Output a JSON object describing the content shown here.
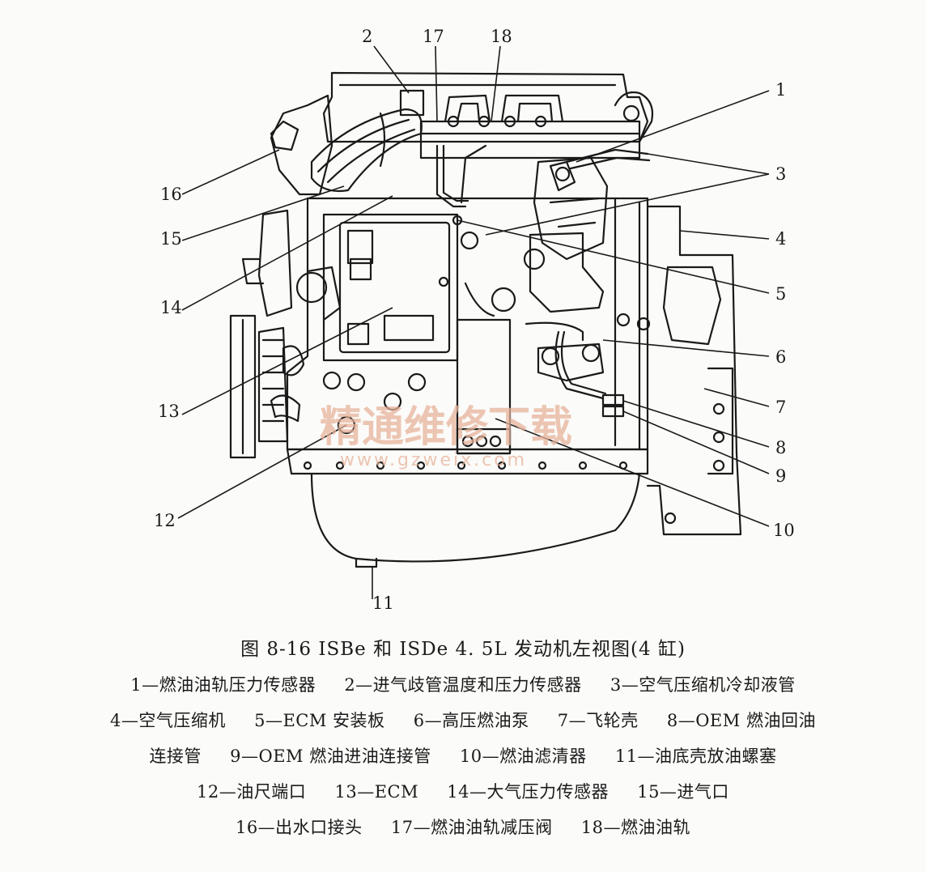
{
  "figure": {
    "title": "图 8-16   ISBe 和 ISDe 4. 5L 发动机左视图(4 缸)",
    "callouts": [
      "1",
      "2",
      "3",
      "4",
      "5",
      "6",
      "7",
      "8",
      "9",
      "10",
      "11",
      "12",
      "13",
      "14",
      "15",
      "16",
      "17",
      "18"
    ],
    "watermark": {
      "text": "精通维修下载",
      "url": "www.gzweix.com"
    }
  },
  "legend": {
    "lines": [
      [
        "1—燃油油轨压力传感器",
        "2—进气歧管温度和压力传感器",
        "3—空气压缩机冷却液管"
      ],
      [
        "4—空气压缩机",
        "5—ECM 安装板",
        "6—高压燃油泵",
        "7—飞轮壳",
        "8—OEM 燃油回油"
      ],
      [
        "连接管",
        "9—OEM 燃油进油连接管",
        "10—燃油滤清器",
        "11—油底壳放油螺塞"
      ],
      [
        "12—油尺端口",
        "13—ECM",
        "14—大气压力传感器",
        "15—进气口"
      ],
      [
        "16—出水口接头",
        "17—燃油油轨减压阀",
        "18—燃油油轨"
      ]
    ]
  }
}
